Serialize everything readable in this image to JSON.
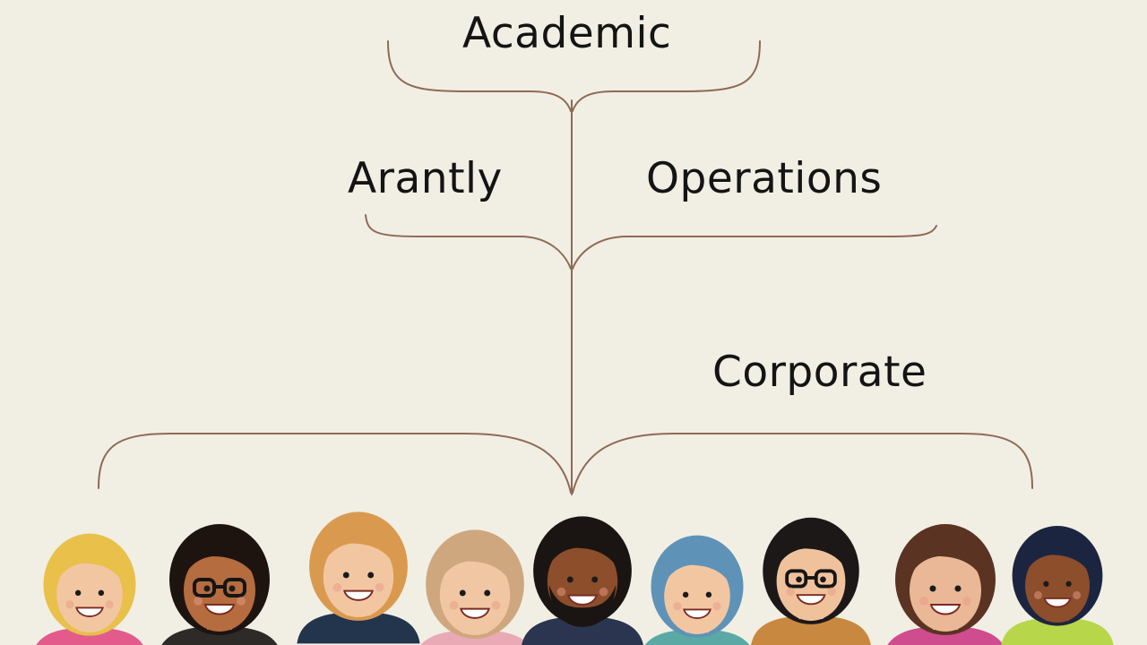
{
  "diagram": {
    "nodes": {
      "academic": "Academic",
      "arantly": "Arantly",
      "operations": "Operations",
      "corporate": "Corporate"
    },
    "colors": {
      "background": "#f1efe4",
      "connector": "#8f6a55",
      "text": "#141414"
    }
  },
  "people": [
    {
      "name": "person-blonde-woman",
      "icon": "avatar-icon",
      "hair": "#e8c04a",
      "skin": "#f3c6a2",
      "shirt": "#e25b8a",
      "glasses": false,
      "beard": false
    },
    {
      "name": "person-curly-glasses-woman",
      "icon": "avatar-icon",
      "hair": "#1d1410",
      "skin": "#b56c3e",
      "shirt": "#2d2a28",
      "glasses": true,
      "beard": false
    },
    {
      "name": "person-ginger-man",
      "icon": "avatar-icon",
      "hair": "#d99a4f",
      "skin": "#f3c6a2",
      "shirt": "#23344d",
      "glasses": false,
      "beard": false
    },
    {
      "name": "person-sandy-hair-woman",
      "icon": "avatar-icon",
      "hair": "#cfa77e",
      "skin": "#f1c7a3",
      "shirt": "#e9a9b5",
      "glasses": false,
      "beard": false
    },
    {
      "name": "person-bearded-man",
      "icon": "avatar-icon",
      "hair": "#1a1512",
      "skin": "#8c4e2b",
      "shirt": "#2b3550",
      "glasses": false,
      "beard": true
    },
    {
      "name": "person-blue-hair-woman",
      "icon": "avatar-icon",
      "hair": "#5e93b7",
      "skin": "#f3c6a2",
      "shirt": "#5aa9a5",
      "glasses": false,
      "beard": false
    },
    {
      "name": "person-glasses-man",
      "icon": "avatar-icon",
      "hair": "#1c1818",
      "skin": "#f0c29c",
      "shirt": "#c9883f",
      "glasses": true,
      "beard": false
    },
    {
      "name": "person-brunette-woman",
      "icon": "avatar-icon",
      "hair": "#5a3322",
      "skin": "#eab897",
      "shirt": "#cf4c8f",
      "glasses": false,
      "beard": false
    },
    {
      "name": "person-curly-man",
      "icon": "avatar-icon",
      "hair": "#1c2540",
      "skin": "#8c4e2b",
      "shirt": "#b8d64a",
      "glasses": false,
      "beard": false
    }
  ]
}
